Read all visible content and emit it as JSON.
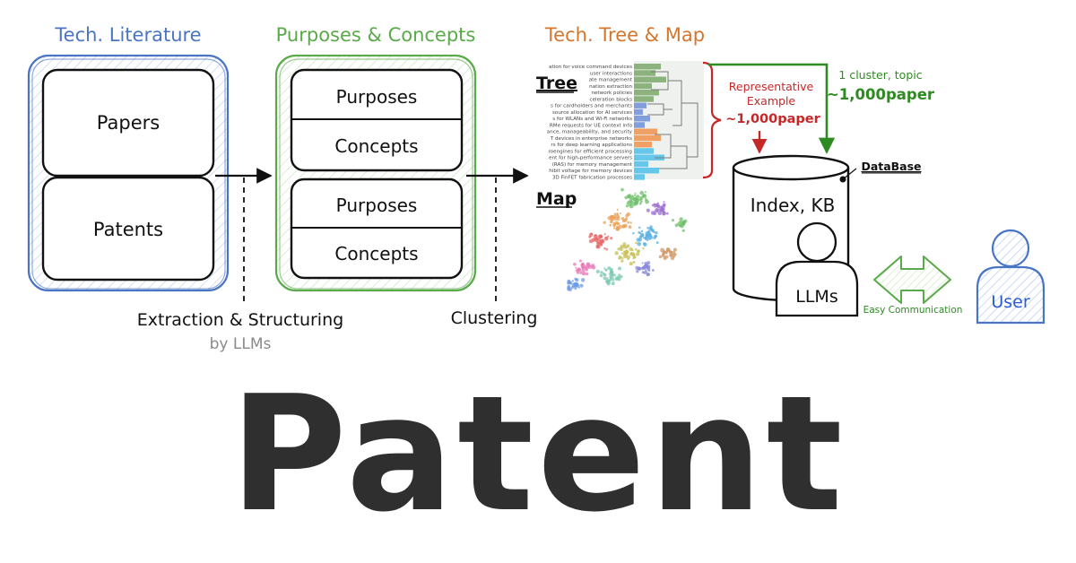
{
  "sections": {
    "literature": {
      "title": "Tech. Literature",
      "items": [
        "Papers",
        "Patents"
      ]
    },
    "purposes": {
      "title": "Purposes & Concepts",
      "items": [
        "Purposes",
        "Concepts",
        "Purposes",
        "Concepts"
      ]
    },
    "tree_map": {
      "title": "Tech. Tree & Map",
      "tree_label": "Tree",
      "map_label": "Map"
    }
  },
  "steps": {
    "extraction": "Extraction & Structuring",
    "extraction_sub": "by LLMs",
    "clustering": "Clustering"
  },
  "tree_leaves": [
    "ation for voice command devices",
    "user interactions",
    "ate management",
    "nation extraction",
    "network policies",
    "celeration blocks",
    "s for cardholders and merchants",
    "source allocation for AI services",
    "s for WLANs and Wi-Fi networks",
    "RMe requests for UE context info",
    "ance, manageability, and security",
    "T devices in enterprise networks",
    "rs for deep learning applications",
    "roengines for efficient processing",
    "ent for high-performance servers",
    "(RAS) for memory management",
    "hibit voltage for memory devices",
    "3D FinFET fabrication processes"
  ],
  "annotations": {
    "representative": [
      "Representative",
      "Example"
    ],
    "representative_count": "~1,000paper",
    "cluster": "1 cluster, topic",
    "cluster_count": "~1,000paper",
    "database": "DataBase",
    "index": "Index, KB",
    "llms": "LLMs",
    "user": "User",
    "easy_comm": "Easy Communication"
  },
  "big_title": "Patent",
  "colors": {
    "blue": "#4a74c4",
    "green": "#5aa94a",
    "orange": "#d4762e",
    "red": "#c62828",
    "dark_green": "#2e8b22",
    "user_blue": "#2a5cd6"
  }
}
